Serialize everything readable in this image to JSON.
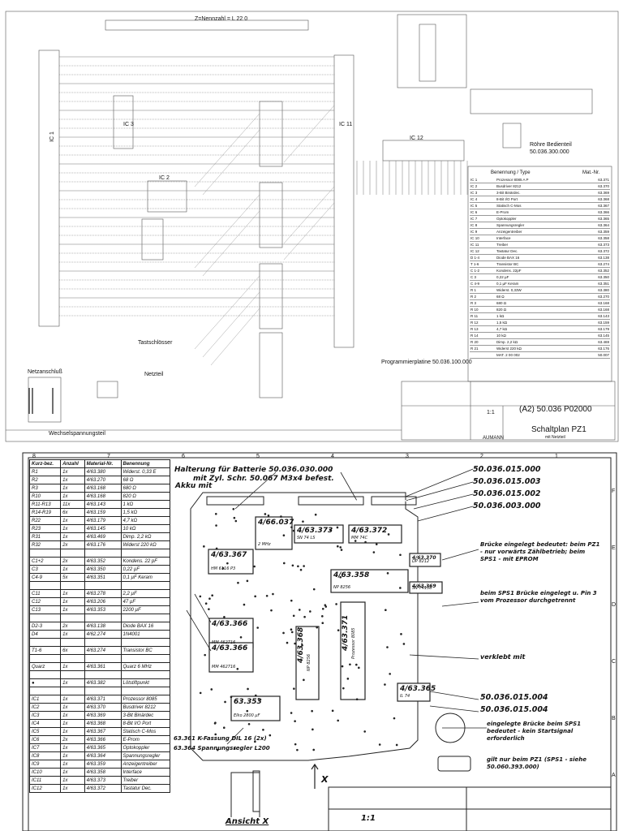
{
  "top_sheet": {
    "title": "Schaltplan PZ1",
    "subtitle": "mit Netzteil",
    "drawing_number": "(A2) 50.036 P02000",
    "company": "AUMANN",
    "scale": "1:1",
    "labels": {
      "ic1": "IC 1",
      "ic2": "IC 2",
      "ic3": "IC 3",
      "ic11": "IC 11",
      "ic12": "IC 12",
      "netzanschluss": "Netzanschluß",
      "wechselspannungsteil": "Wechselspannungsteil",
      "netzteil": "Netzteil",
      "roehre": "Röhre Bedienteil",
      "roehre_num": "50.036.300.000",
      "prog_num": "Programmierplatine 50.036.100.000",
      "tastschlosser": "Tastschlösser",
      "bauteil": "Benennung / Type",
      "mat": "Mat.-Nr.",
      "ref1": "Z=Nennzahl = L 22 0"
    },
    "bom_rows": [
      [
        "IC 1",
        "Prozessor 8085 A P",
        "63.371"
      ],
      [
        "IC 2",
        "Busdriver 8212",
        "63.370"
      ],
      [
        "IC 3",
        "3-Bit Binärdec.",
        "63.369"
      ],
      [
        "IC 4",
        "8-Bit I/O Port",
        "63.368"
      ],
      [
        "IC 5",
        "Statisch C-Mos",
        "63.367"
      ],
      [
        "IC 6",
        "E-Prom",
        "63.366"
      ],
      [
        "IC 7",
        "Optokoppler",
        "63.365"
      ],
      [
        "IC 8",
        "Spannungsregler",
        "63.364"
      ],
      [
        "IC 9",
        "Anzeigentreiber",
        "63.359"
      ],
      [
        "IC 10",
        "Interface",
        "63.358"
      ],
      [
        "IC 11",
        "Treiber",
        "63.373"
      ],
      [
        "IC 12",
        "Tastatur Dec.",
        "63.372"
      ],
      [
        "D 1-4",
        "Diode BAX 16",
        "63.138"
      ],
      [
        "T 1-6",
        "Transistor BC",
        "63.274"
      ],
      [
        "C 1-2",
        "Kondens. 22pF",
        "63.352"
      ],
      [
        "C 3",
        "0,22 µF",
        "63.350"
      ],
      [
        "C 4-9",
        "0,1 µF Keram",
        "63.351"
      ],
      [
        "R 1",
        "Widerst. 0,33W",
        "63.380"
      ],
      [
        "R 2",
        "68 Ω",
        "63.270"
      ],
      [
        "R 3",
        "680 Ω",
        "63.168"
      ],
      [
        "R 10",
        "820 Ω",
        "63.168"
      ],
      [
        "R 11",
        "1 kΩ",
        "63.143"
      ],
      [
        "R 12",
        "1,5 kΩ",
        "63.159"
      ],
      [
        "R 13",
        "4,7 kΩ",
        "63.179"
      ],
      [
        "R 14",
        "10 kΩ",
        "63.145"
      ],
      [
        "R 20",
        "Dimp. 2,2 kΩ",
        "63.469"
      ],
      [
        "R 21",
        "Widerst 220 kΩ",
        "63.176"
      ],
      [
        "",
        "MAT. 2 00 002",
        "50.007"
      ]
    ]
  },
  "bottom_sheet": {
    "parts_table": {
      "headers": [
        "Kurz-bez.",
        "Anzahl",
        "Material-Nr.",
        "Benennung"
      ],
      "rows": [
        [
          "R1",
          "1x",
          "4/63.380",
          "Widerst. 0,33 E"
        ],
        [
          "R2",
          "1x",
          "4/63.270",
          "68 Ω"
        ],
        [
          "R3",
          "1x",
          "4/63.168",
          "680 Ω"
        ],
        [
          "R10",
          "1x",
          "4/63.168",
          "820 Ω"
        ],
        [
          "R11-R13",
          "11x",
          "4/63.143",
          "1 kΩ"
        ],
        [
          "R14-R19",
          "6x",
          "4/63.159",
          "1,5 kΩ"
        ],
        [
          "R22",
          "1x",
          "4/63.179",
          "4,7 kΩ"
        ],
        [
          "R23",
          "1x",
          "4/63.145",
          "10 kΩ"
        ],
        [
          "R31",
          "1x",
          "4/63.469",
          "Dimp. 2,2 kΩ"
        ],
        [
          "R32",
          "2x",
          "4/63.176",
          "Widerst 220 kΩ"
        ],
        [
          "",
          "",
          "",
          ""
        ],
        [
          "C1+2",
          "2x",
          "4/63.352",
          "Kondens. 22 pF"
        ],
        [
          "C3",
          "1x",
          "4/63.350",
          "0,22 µF"
        ],
        [
          "C4-9",
          "5x",
          "4/63.351",
          "0,1 µF Keram"
        ],
        [
          "",
          "",
          "",
          ""
        ],
        [
          "C11",
          "1x",
          "4/63.278",
          "2,2 µF"
        ],
        [
          "C12",
          "1x",
          "4/63.206",
          "47 µF"
        ],
        [
          "C13",
          "1x",
          "4/63.353",
          "2200 µF"
        ],
        [
          "",
          "",
          "",
          ""
        ],
        [
          "D2-3",
          "2x",
          "4/63.138",
          "Diode BAX 16"
        ],
        [
          "D4",
          "1x",
          "4/62.274",
          "1N4001"
        ],
        [
          "",
          "",
          "",
          ""
        ],
        [
          "T1-6",
          "6x",
          "4/63.274",
          "Transistor BC"
        ],
        [
          "",
          "",
          "",
          ""
        ],
        [
          "Quarz",
          "1x",
          "4/63.361",
          "Quarz 6 MHz"
        ],
        [
          "",
          "",
          "",
          ""
        ],
        [
          "●",
          "1x",
          "4/63.382",
          "Lötstiftpunkt"
        ],
        [
          "",
          "",
          "",
          ""
        ],
        [
          "IC1",
          "1x",
          "4/63.371",
          "Prozessor 8085"
        ],
        [
          "IC2",
          "1x",
          "4/63.370",
          "Busdriver 8212"
        ],
        [
          "IC3",
          "1x",
          "4/63.369",
          "3-Bit Binärdec"
        ],
        [
          "IC4",
          "1x",
          "4/63.368",
          "8-Bit I/O Port"
        ],
        [
          "IC5",
          "1x",
          "4/63.367",
          "Statisch C-Mos"
        ],
        [
          "IC6",
          "2x",
          "4/63.366",
          "E-Prom"
        ],
        [
          "IC7",
          "1x",
          "4/63.365",
          "Optokoppler"
        ],
        [
          "IC8",
          "1x",
          "4/63.364",
          "Spannungsregler"
        ],
        [
          "IC9",
          "1x",
          "4/63.359",
          "Anzeigentreiber"
        ],
        [
          "IC10",
          "1x",
          "4/63.358",
          "Interface"
        ],
        [
          "IC11",
          "1x",
          "4/63.373",
          "Treiber"
        ],
        [
          "IC12",
          "1x",
          "4/63.372",
          "Tastatur Dec."
        ]
      ]
    },
    "callouts": {
      "batterie": "Halterung für Batterie 50.036.030.000",
      "akku": "mit Zyl. Schr. 50.067 M3x4 befest.",
      "akku2": "Akku mit",
      "n1": "50.036.015.000",
      "n2": "50.036.015.003",
      "n3": "50.036.015.002",
      "n4": "50.036.003.000",
      "bruecke": "Brücke eingelegt bedeutet: beim PZ1 - nur vorwärts Zählbetrieb; beim SPS1 - mit EPROM",
      "sps1": "beim SPS1 Brücke eingelegt u. Pin 3 vom Prozessor durchgetrennt",
      "verklebt": "verklebt mit",
      "n5": "50.036.015.004",
      "n6": "50.036.015.004",
      "sps1b": "eingelegte Brücke beim SPS1 bedeutet - kein Startsignal erforderlich",
      "pz1": "gilt nur beim PZ1 (SPS1 - siehe 50.060.393.000)",
      "ansicht": "Ansicht X",
      "x_label": "X",
      "fassung": "63.361 K-Fassung DIL 16 (2x)",
      "regler": "63.364 Spannungsregler L200",
      "scale": "1:1"
    },
    "chips": [
      {
        "id": "4/66.037",
        "sub": "2 MHz"
      },
      {
        "id": "4/63.373",
        "sub": "SN 74 LS"
      },
      {
        "id": "4/63.372",
        "sub": "MM 74C"
      },
      {
        "id": "4/63.367",
        "sub": "HM 6116 P3"
      },
      {
        "id": "4/63.358",
        "sub": "NP 8256"
      },
      {
        "id": "4/63.366",
        "sub": "MM 462716"
      },
      {
        "id": "4/63.366",
        "sub": "MM 462716"
      },
      {
        "id": "4/63.368",
        "sub": "NP 8256"
      },
      {
        "id": "4/63.371",
        "sub": "Prozessor 8085"
      },
      {
        "id": "63.353",
        "sub": "Elko 2800 µF"
      },
      {
        "id": "4/63.370",
        "sub": "DP 8212"
      },
      {
        "id": "4/63.369",
        "sub": "SN 74138"
      },
      {
        "id": "4/63.365",
        "sub": "IL 74"
      }
    ],
    "column_numbers": [
      "8",
      "7",
      "6",
      "5",
      "4",
      "3",
      "2",
      "1"
    ],
    "row_letters": [
      "F",
      "E",
      "D",
      "C",
      "B",
      "A"
    ]
  }
}
